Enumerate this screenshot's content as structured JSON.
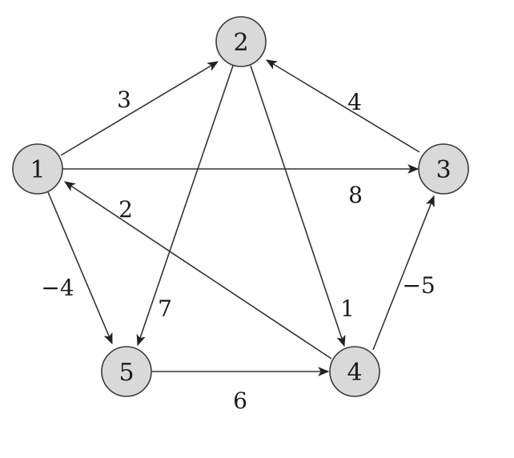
{
  "graph": {
    "nodes": [
      {
        "id": "1",
        "label": "1"
      },
      {
        "id": "2",
        "label": "2"
      },
      {
        "id": "3",
        "label": "3"
      },
      {
        "id": "4",
        "label": "4"
      },
      {
        "id": "5",
        "label": "5"
      }
    ],
    "edges": [
      {
        "from": "1",
        "to": "2",
        "weight": "3"
      },
      {
        "from": "1",
        "to": "3",
        "weight": "8"
      },
      {
        "from": "1",
        "to": "5",
        "weight": "−4"
      },
      {
        "from": "2",
        "to": "5",
        "weight": "7"
      },
      {
        "from": "2",
        "to": "4",
        "weight": "1"
      },
      {
        "from": "3",
        "to": "2",
        "weight": "4"
      },
      {
        "from": "4",
        "to": "1",
        "weight": "2"
      },
      {
        "from": "4",
        "to": "3",
        "weight": "−5"
      },
      {
        "from": "5",
        "to": "4",
        "weight": "6"
      }
    ]
  },
  "colors": {
    "node_fill": "#d9d9d9",
    "node_stroke": "#3a3a3a",
    "edge": "#333333",
    "text": "#1a1a1a"
  }
}
